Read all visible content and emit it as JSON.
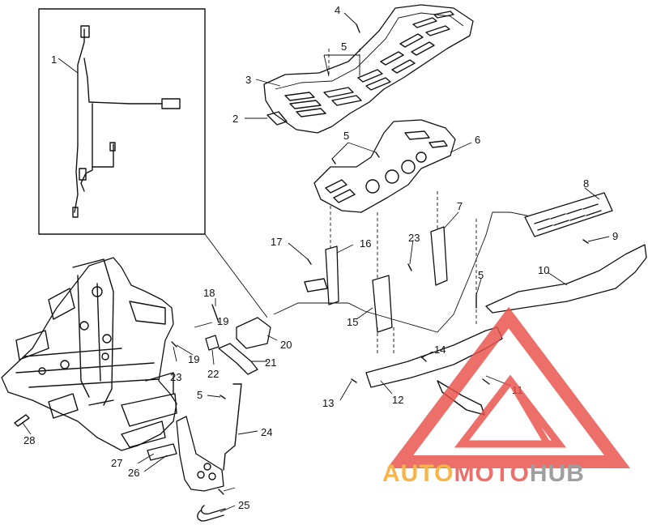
{
  "callouts": [
    {
      "id": "c1",
      "text": "1"
    },
    {
      "id": "c2",
      "text": "2"
    },
    {
      "id": "c3",
      "text": "3"
    },
    {
      "id": "c4",
      "text": "4"
    },
    {
      "id": "c5a",
      "text": "5"
    },
    {
      "id": "c5b",
      "text": "5"
    },
    {
      "id": "c5c",
      "text": "5"
    },
    {
      "id": "c5d",
      "text": "5"
    },
    {
      "id": "c6",
      "text": "6"
    },
    {
      "id": "c7",
      "text": "7"
    },
    {
      "id": "c8",
      "text": "8"
    },
    {
      "id": "c9",
      "text": "9"
    },
    {
      "id": "c10",
      "text": "10"
    },
    {
      "id": "c11",
      "text": "11"
    },
    {
      "id": "c12",
      "text": "12"
    },
    {
      "id": "c13",
      "text": "13"
    },
    {
      "id": "c14",
      "text": "14"
    },
    {
      "id": "c15",
      "text": "15"
    },
    {
      "id": "c16",
      "text": "16"
    },
    {
      "id": "c17",
      "text": "17"
    },
    {
      "id": "c18",
      "text": "18"
    },
    {
      "id": "c19a",
      "text": "19"
    },
    {
      "id": "c19b",
      "text": "19"
    },
    {
      "id": "c20",
      "text": "20"
    },
    {
      "id": "c21",
      "text": "21"
    },
    {
      "id": "c22",
      "text": "22"
    },
    {
      "id": "c23a",
      "text": "23"
    },
    {
      "id": "c23b",
      "text": "23"
    },
    {
      "id": "c24",
      "text": "24"
    },
    {
      "id": "c25",
      "text": "25"
    },
    {
      "id": "c26",
      "text": "26"
    },
    {
      "id": "c27",
      "text": "27"
    },
    {
      "id": "c28",
      "text": "28"
    }
  ],
  "watermark": {
    "part1": "AUTO",
    "part2": "MOTO",
    "part3": "HUB",
    "color_orange": "#f5a623",
    "color_red": "#e8504a",
    "color_gray": "#8a8a8a",
    "logo_icon": "triangle-logo-icon"
  }
}
